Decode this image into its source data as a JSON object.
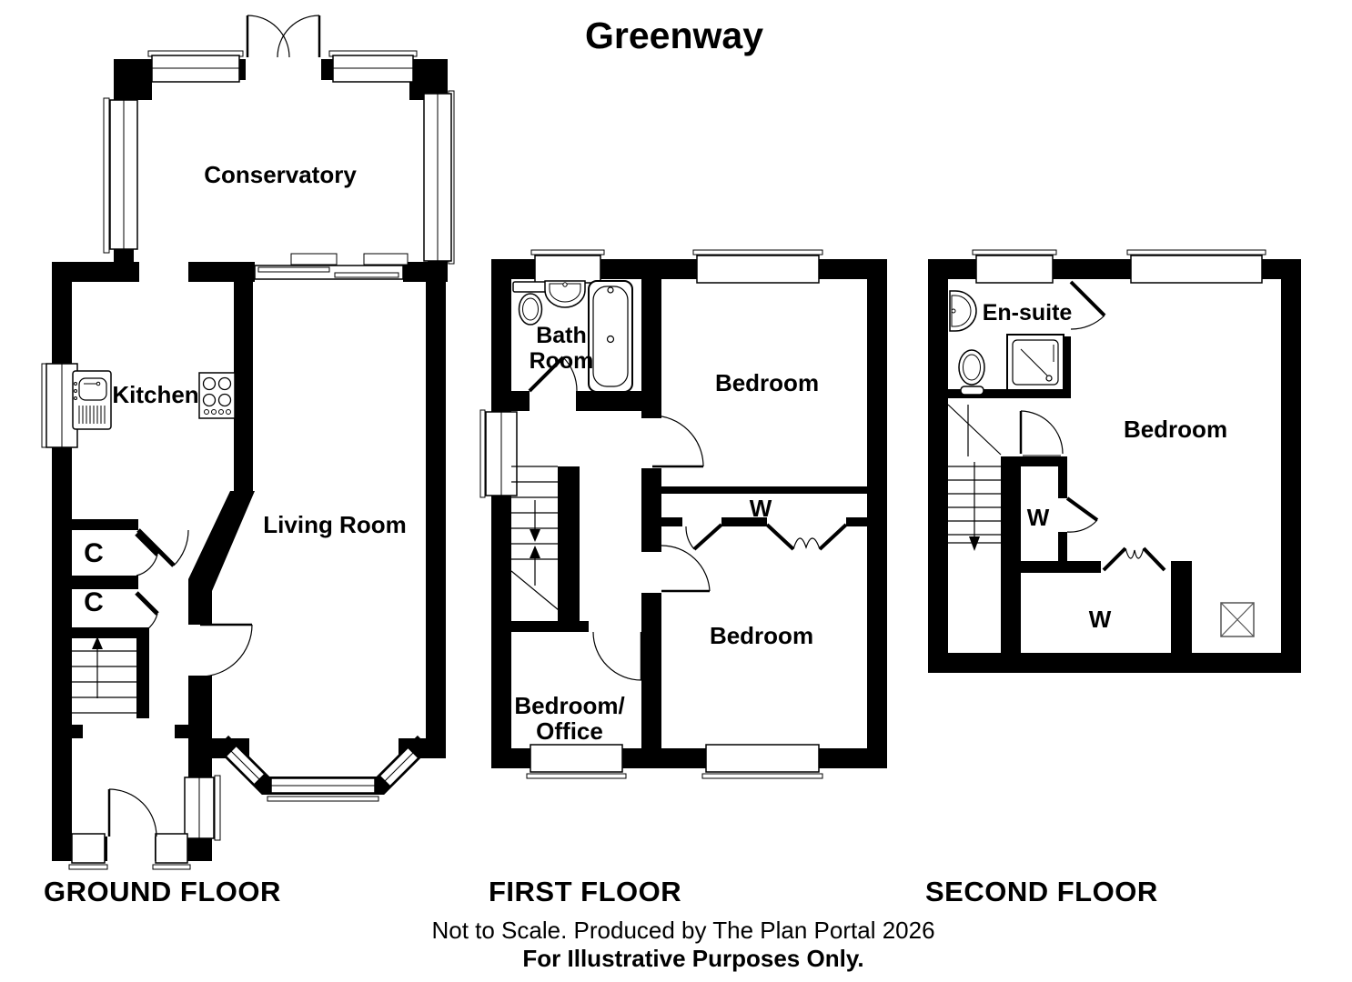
{
  "title": "Greenway",
  "floors": {
    "ground": {
      "label": "GROUND FLOOR",
      "rooms": {
        "conservatory": "Conservatory",
        "kitchen": "Kitchen",
        "living_room": "Living Room",
        "closet_1": "C",
        "closet_2": "C"
      },
      "fixtures": [
        "kitchen-sink",
        "hob",
        "staircase-up",
        "bay-window",
        "front-door"
      ]
    },
    "first": {
      "label": "FIRST FLOOR",
      "rooms": {
        "bathroom_line_1": "Bath",
        "bathroom_line_2": "Room",
        "bedroom_front": "Bedroom",
        "wardrobe": "W",
        "bedroom_back": "Bedroom",
        "bedroom_office_line_1": "Bedroom/",
        "bedroom_office_line_2": "Office"
      },
      "fixtures": [
        "toilet",
        "basin",
        "bathtub",
        "staircase"
      ]
    },
    "second": {
      "label": "SECOND FLOOR",
      "rooms": {
        "ensuite": "En-suite",
        "bedroom": "Bedroom",
        "wardrobe_1": "W",
        "wardrobe_2": "W"
      },
      "fixtures": [
        "basin",
        "toilet",
        "shower",
        "staircase-down",
        "chimney"
      ]
    }
  },
  "footer": {
    "line_1": "Not to Scale. Produced by The Plan Portal 2026",
    "line_2": "For Illustrative Purposes Only."
  },
  "colors": {
    "wall": "#000000",
    "background": "#ffffff",
    "text": "#000000"
  }
}
